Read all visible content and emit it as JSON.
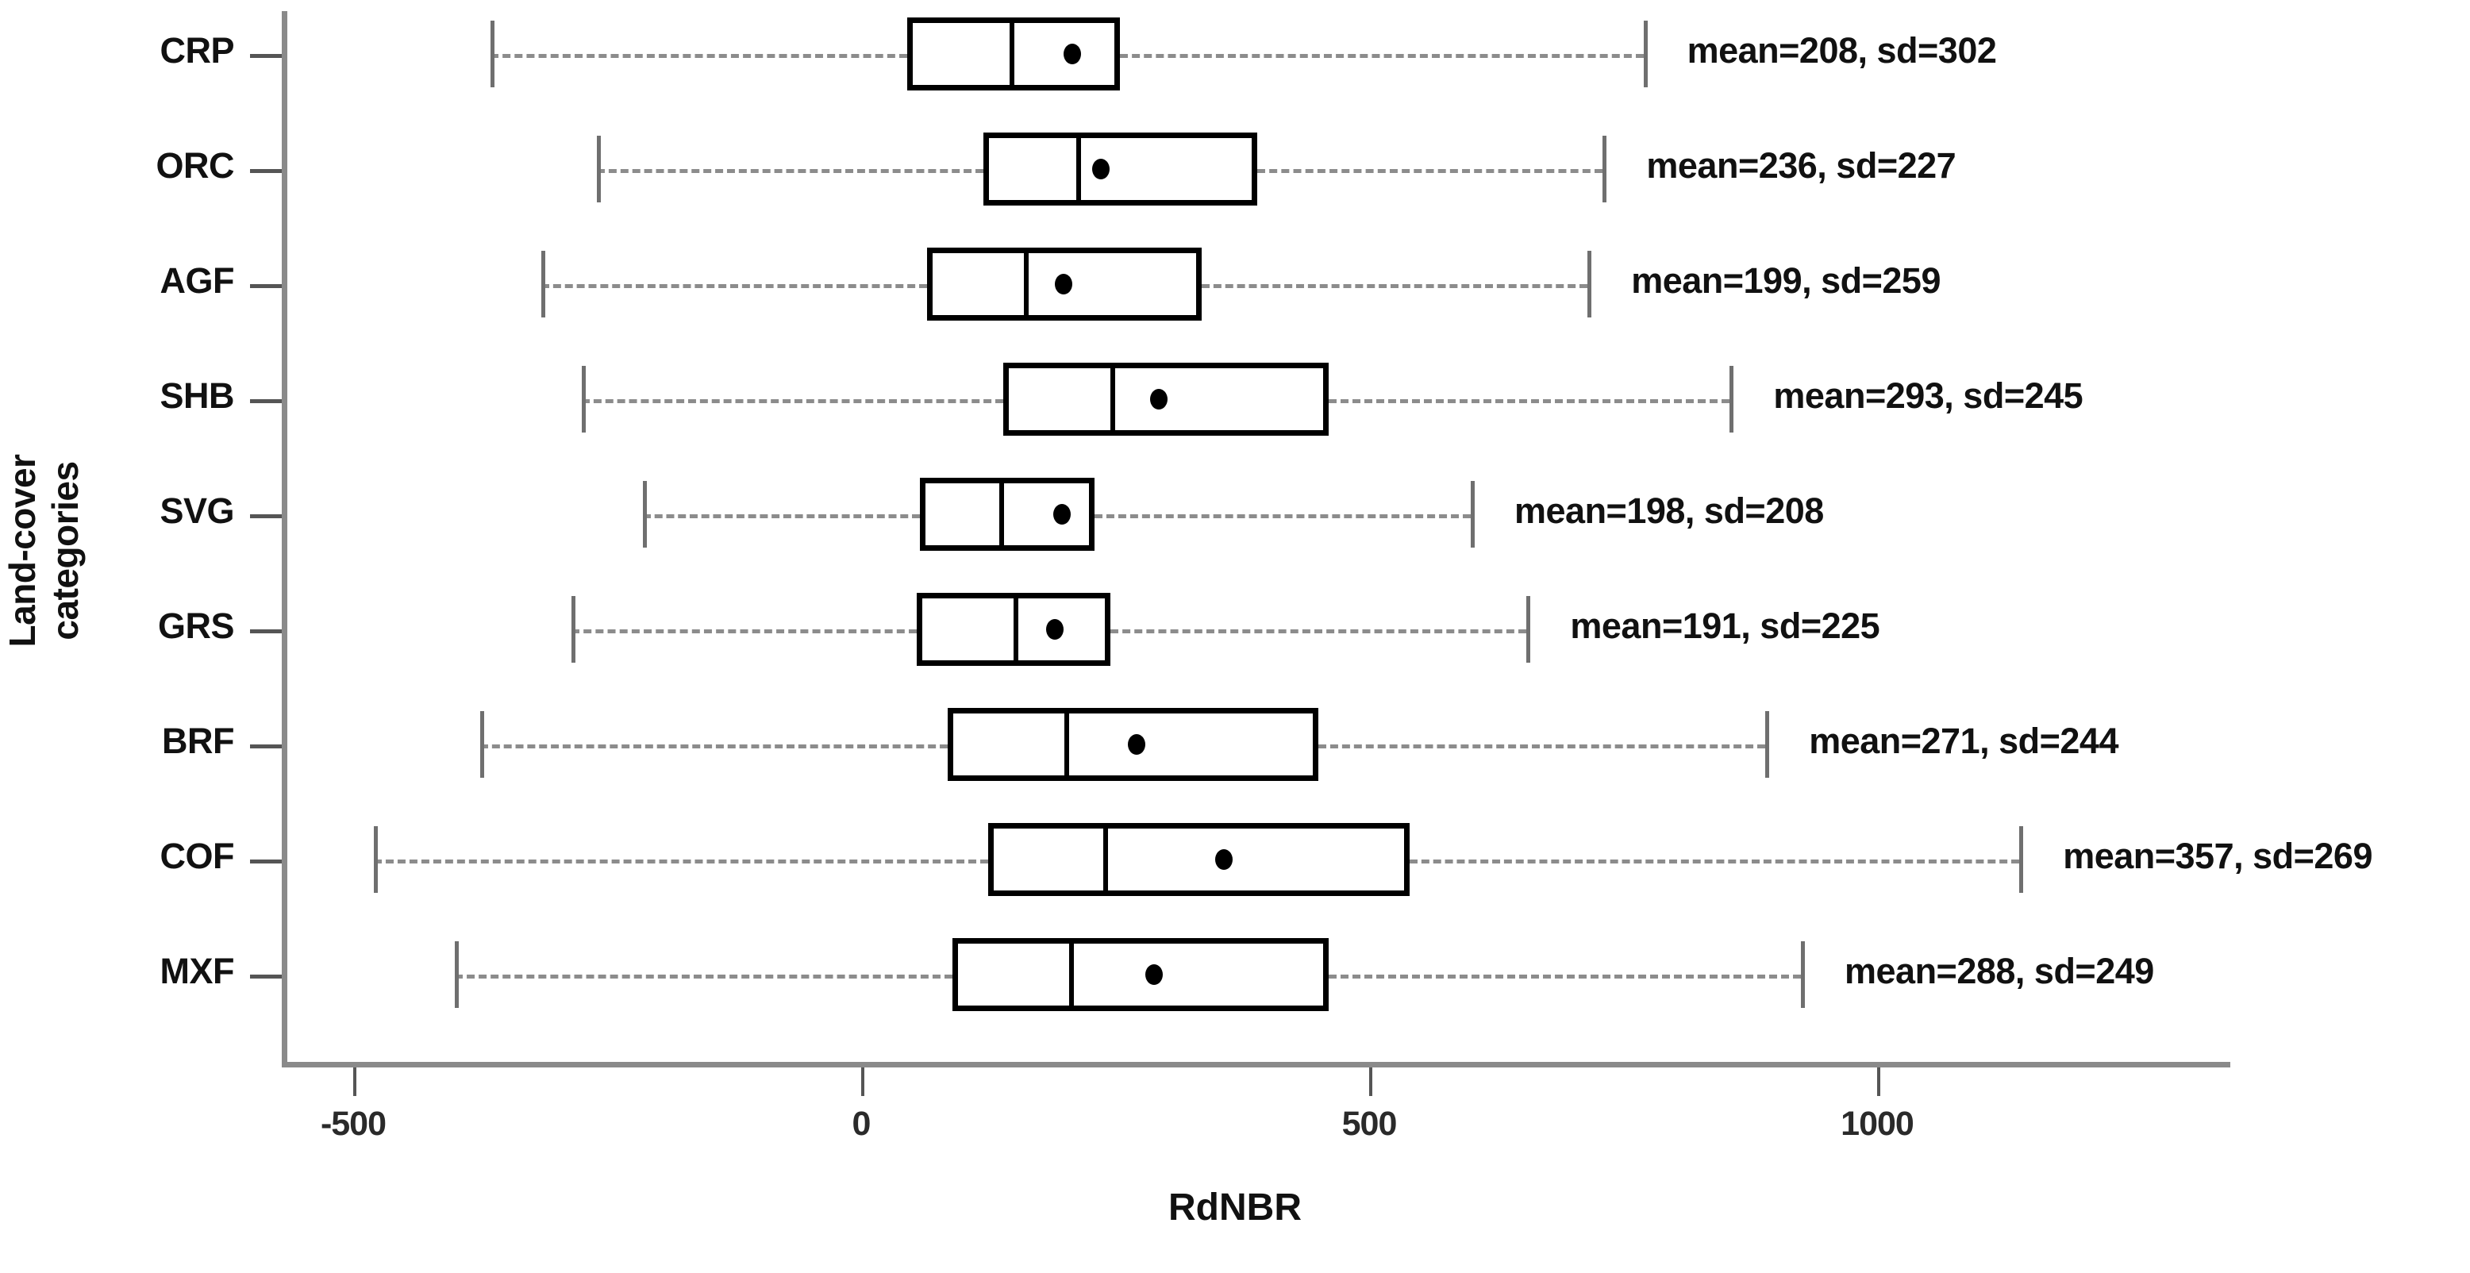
{
  "chart_data": {
    "type": "box",
    "title": "",
    "xlabel": "RdNBR",
    "ylabel": "Land-cover categories",
    "xlim": [
      -620,
      1350
    ],
    "xticks": [
      -500,
      0,
      500,
      1000
    ],
    "xtick_labels": [
      "-500",
      "0",
      "500",
      "1000"
    ],
    "grid": false,
    "legend": "none",
    "orientation": "horizontal",
    "categories": [
      "CRP",
      "ORC",
      "AGF",
      "SHB",
      "SVG",
      "GRS",
      "BRF",
      "COF",
      "MXF"
    ],
    "boxes": [
      {
        "category": "CRP",
        "whisker_low": -365,
        "q1": 45,
        "median": 146,
        "mean": 208,
        "q3": 255,
        "whisker_high": 770,
        "annotation": "mean=208, sd=302",
        "sd": 302
      },
      {
        "category": "ORC",
        "whisker_low": -260,
        "q1": 120,
        "median": 212,
        "mean": 236,
        "q3": 390,
        "whisker_high": 730,
        "annotation": "mean=236, sd=227",
        "sd": 227
      },
      {
        "category": "AGF",
        "whisker_low": -315,
        "q1": 65,
        "median": 160,
        "mean": 199,
        "q3": 335,
        "whisker_high": 715,
        "annotation": "mean=199, sd=259",
        "sd": 259
      },
      {
        "category": "SHB",
        "whisker_low": -275,
        "q1": 140,
        "median": 245,
        "mean": 293,
        "q3": 460,
        "whisker_high": 855,
        "annotation": "mean=293, sd=245",
        "sd": 245
      },
      {
        "category": "SVG",
        "whisker_low": -215,
        "q1": 58,
        "median": 136,
        "mean": 198,
        "q3": 230,
        "whisker_high": 600,
        "annotation": "mean=198, sd=208",
        "sd": 208
      },
      {
        "category": "GRS",
        "whisker_low": -285,
        "q1": 55,
        "median": 150,
        "mean": 191,
        "q3": 245,
        "whisker_high": 655,
        "annotation": "mean=191, sd=225",
        "sd": 225
      },
      {
        "category": "BRF",
        "whisker_low": -375,
        "q1": 85,
        "median": 200,
        "mean": 271,
        "q3": 450,
        "whisker_high": 890,
        "annotation": "mean=271, sd=244",
        "sd": 244
      },
      {
        "category": "COF",
        "whisker_low": -480,
        "q1": 125,
        "median": 238,
        "mean": 357,
        "q3": 540,
        "whisker_high": 1140,
        "annotation": "mean=357, sd=269",
        "sd": 269
      },
      {
        "category": "MXF",
        "whisker_low": -400,
        "q1": 90,
        "median": 205,
        "mean": 288,
        "q3": 460,
        "whisker_high": 925,
        "annotation": "mean=288, sd=249",
        "sd": 249
      }
    ]
  },
  "colors": {
    "box_stroke": "#000000",
    "box_fill": "#ffffff",
    "whisker": "#8c8c8c",
    "axis": "#8a8a8a",
    "text": "#111111",
    "background": "#ffffff"
  }
}
